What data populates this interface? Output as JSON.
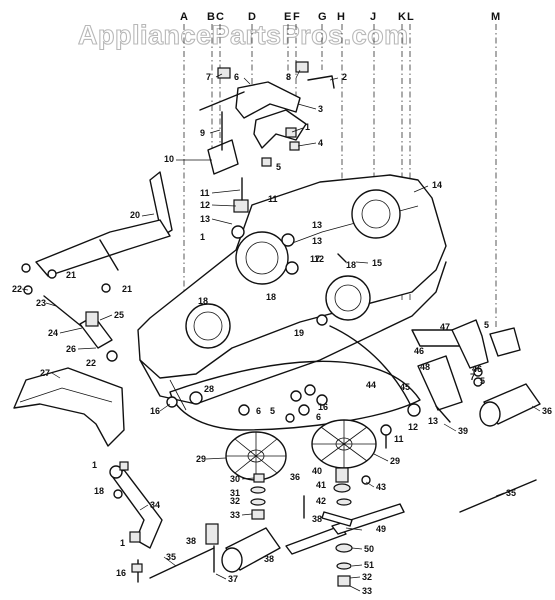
{
  "watermark": "AppliancePartsPros.com",
  "column_letters": [
    "A",
    "B",
    "C",
    "D",
    "E",
    "F",
    "G",
    "H",
    "J",
    "K",
    "L",
    "M"
  ],
  "callouts": [
    "1",
    "2",
    "3",
    "4",
    "5",
    "6",
    "7",
    "8",
    "9",
    "10",
    "11",
    "12",
    "13",
    "14",
    "15",
    "16",
    "17",
    "18",
    "19",
    "20",
    "21",
    "22",
    "23",
    "24",
    "25",
    "26",
    "27",
    "28",
    "29",
    "30",
    "31",
    "32",
    "33",
    "34",
    "35",
    "36",
    "37",
    "38",
    "39",
    "40",
    "41",
    "42",
    "43",
    "44",
    "45",
    "46",
    "47",
    "48",
    "49",
    "50",
    "51"
  ]
}
